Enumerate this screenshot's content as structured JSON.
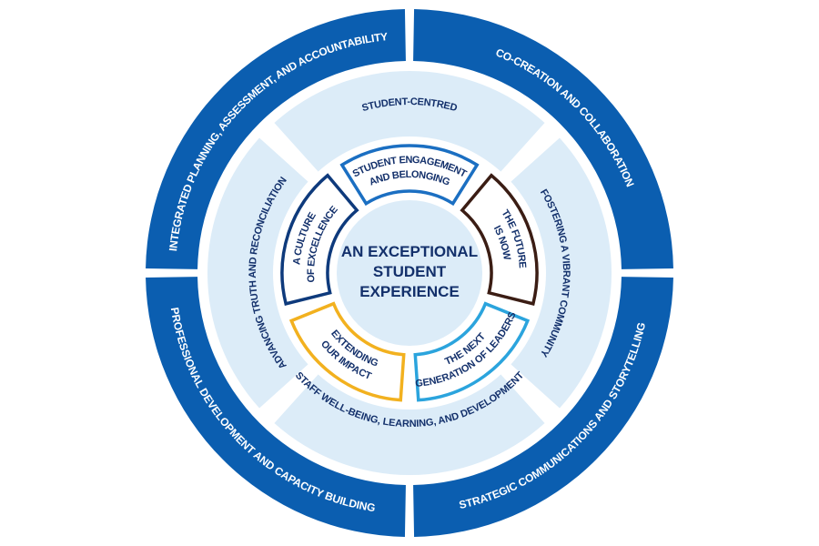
{
  "center": {
    "lines": [
      "AN EXCEPTIONAL",
      "STUDENT",
      "EXPERIENCE"
    ]
  },
  "outer_ring": [
    {
      "label": "INTEGRATED PLANNING, ASSESSMENT, AND ACCOUNTABILITY"
    },
    {
      "label": "CO-CREATION AND COLLABORATION"
    },
    {
      "label": "STRATEGIC COMMUNICATIONS AND STORYTELLING"
    },
    {
      "label": "PROFESSIONAL DEVELOPMENT AND CAPACITY BUILDING"
    }
  ],
  "middle_ring": [
    {
      "label": "STUDENT-CENTRED"
    },
    {
      "label": "FOSTERING A VIBRANT COMMUNITY"
    },
    {
      "label": "STAFF WELL-BEING, LEARNING, AND DEVELOPMENT"
    },
    {
      "label": "ADVANCING TRUTH AND RECONCILIATION"
    }
  ],
  "inner_segments": [
    {
      "lines": [
        "STUDENT ENGAGEMENT",
        "AND BELONGING"
      ],
      "color": "#1b6fc2"
    },
    {
      "lines": [
        "THE FUTURE",
        "IS NOW"
      ],
      "color": "#3b1d14"
    },
    {
      "lines": [
        "THE NEXT",
        "GENERATION OF LEADERS"
      ],
      "color": "#2ba4dd"
    },
    {
      "lines": [
        "EXTENDING",
        "OUR IMPACT"
      ],
      "color": "#f2b11f"
    },
    {
      "lines": [
        "A CULTURE",
        "OF EXCELLENCE"
      ],
      "color": "#0e3a7c"
    }
  ],
  "colors": {
    "outer": "#0b5eb0",
    "light": "#dcecf8",
    "text_dark": "#13306b"
  }
}
